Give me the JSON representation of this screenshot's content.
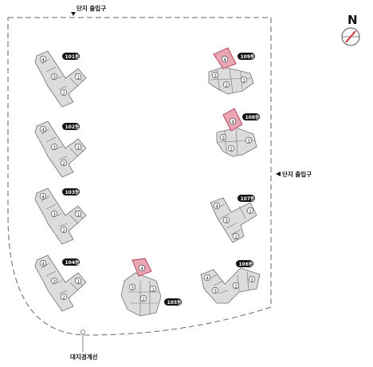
{
  "labels": {
    "top_entrance": "단지 출입구",
    "side_entrance": "단지 출입구",
    "boundary": "대지경계선",
    "north": "N"
  },
  "buildings": [
    {
      "id": "101",
      "label": "101동",
      "highlighted_unit": null
    },
    {
      "id": "102",
      "label": "102동",
      "highlighted_unit": null
    },
    {
      "id": "103",
      "label": "103동",
      "highlighted_unit": null
    },
    {
      "id": "104",
      "label": "104동",
      "highlighted_unit": null
    },
    {
      "id": "105",
      "label": "105동",
      "highlighted_unit": "4"
    },
    {
      "id": "106",
      "label": "106동",
      "highlighted_unit": null
    },
    {
      "id": "107",
      "label": "107동",
      "highlighted_unit": null
    },
    {
      "id": "108",
      "label": "108동",
      "highlighted_unit": "4"
    },
    {
      "id": "109",
      "label": "109동",
      "highlighted_unit": "4"
    }
  ],
  "colors": {
    "unit_fill": "#dcdcdc",
    "unit_stroke": "#707070",
    "highlight_fill": "#e7a6b2",
    "highlight_stroke": "#b23a52",
    "badge_fill": "#111111",
    "boundary": "#666666",
    "compass_needle": "#d8323a"
  }
}
